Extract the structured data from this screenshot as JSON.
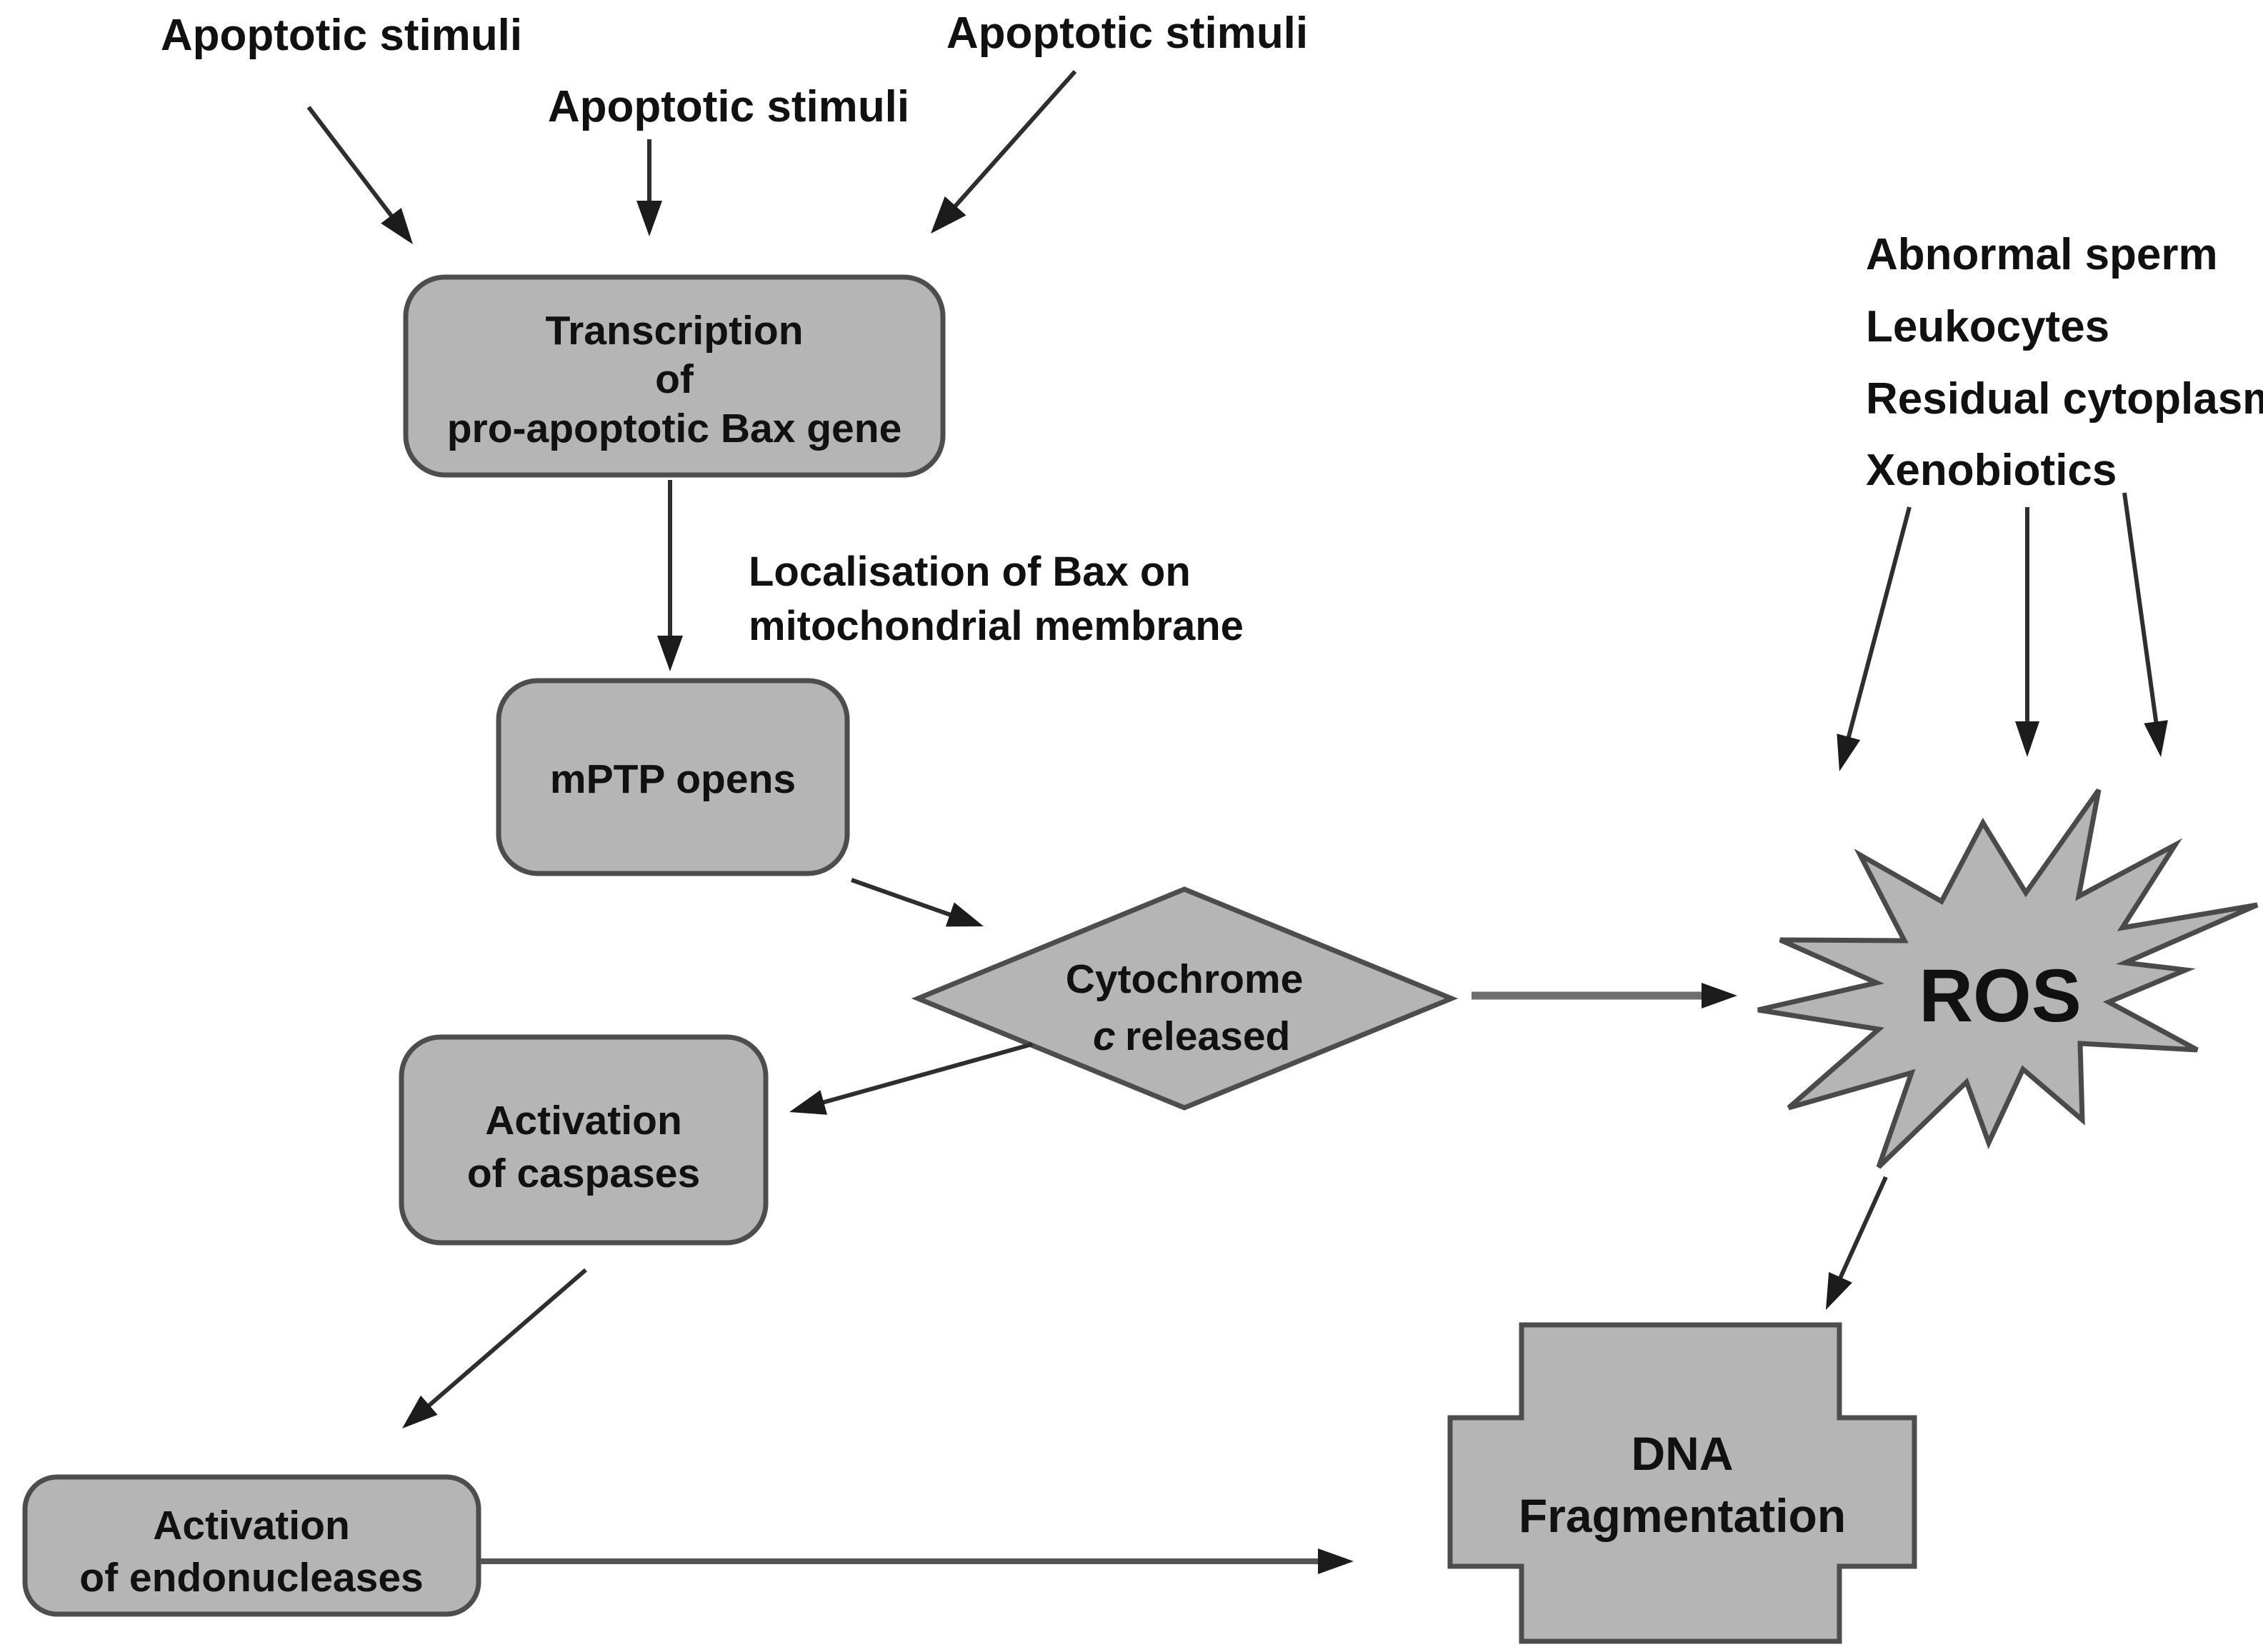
{
  "stimuli": {
    "left": "Apoptotic stimuli",
    "middle": "Apoptotic stimuli",
    "right": "Apoptotic stimuli"
  },
  "bax_note": {
    "line1": "Localisation of Bax on",
    "line2": "mitochondrial membrane"
  },
  "nodes": {
    "transcription": {
      "lines": [
        "Transcription",
        "of",
        "pro-apoptotic Bax gene"
      ]
    },
    "mptp": {
      "label": "mPTP opens"
    },
    "cytochrome": {
      "line1": "Cytochrome",
      "c_italic": "c",
      "released": "released"
    },
    "caspases": {
      "lines": [
        "Activation",
        "of caspases"
      ]
    },
    "endonucleases": {
      "lines": [
        "Activation",
        "of endonucleases"
      ]
    },
    "ros": {
      "label": "ROS"
    },
    "dna": {
      "lines": [
        "DNA",
        "Fragmentation"
      ]
    }
  },
  "ros_factors": [
    "Abnormal sperm",
    "Leukocytes",
    "Residual cytoplasm",
    "Xenobiotics"
  ],
  "colors": {
    "background": "#ffffff",
    "shape_fill": "#b5b5b5",
    "shape_stroke": "#4d4d4d",
    "arrow_black": "#2e2e2e",
    "connector_gray": "#6e6e6e",
    "text": "#111111"
  }
}
